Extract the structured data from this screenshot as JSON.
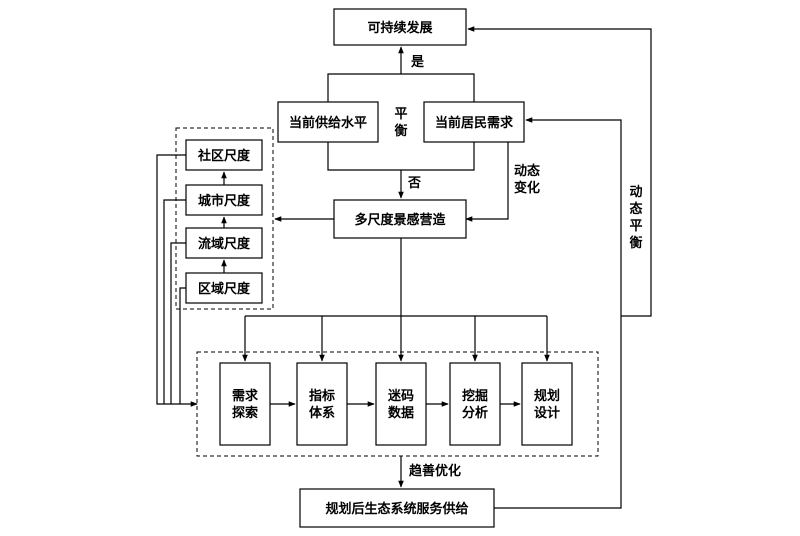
{
  "nodes": {
    "sustainable": "可持续发展",
    "supply": "当前供给水平",
    "demand": "当前居民需求",
    "multiscale": "多尺度景感营造",
    "community": "社区尺度",
    "city": "城市尺度",
    "basin": "流域尺度",
    "region": "区域尺度",
    "explore_1": "需求",
    "explore_2": "探索",
    "indicator_1": "指标",
    "indicator_2": "体系",
    "code_1": "迷码",
    "code_2": "数据",
    "mining_1": "挖掘",
    "mining_2": "分析",
    "planning_1": "规划",
    "planning_2": "设计",
    "service": "规划后生态系统服务供给"
  },
  "labels": {
    "yes": "是",
    "balance_1": "平",
    "balance_2": "衡",
    "no": "否",
    "dynamic_change_1": "动态",
    "dynamic_change_2": "变化",
    "optimize": "趋善优化",
    "dyn_balance_1": "动",
    "dyn_balance_2": "态",
    "dyn_balance_3": "平",
    "dyn_balance_4": "衡"
  }
}
